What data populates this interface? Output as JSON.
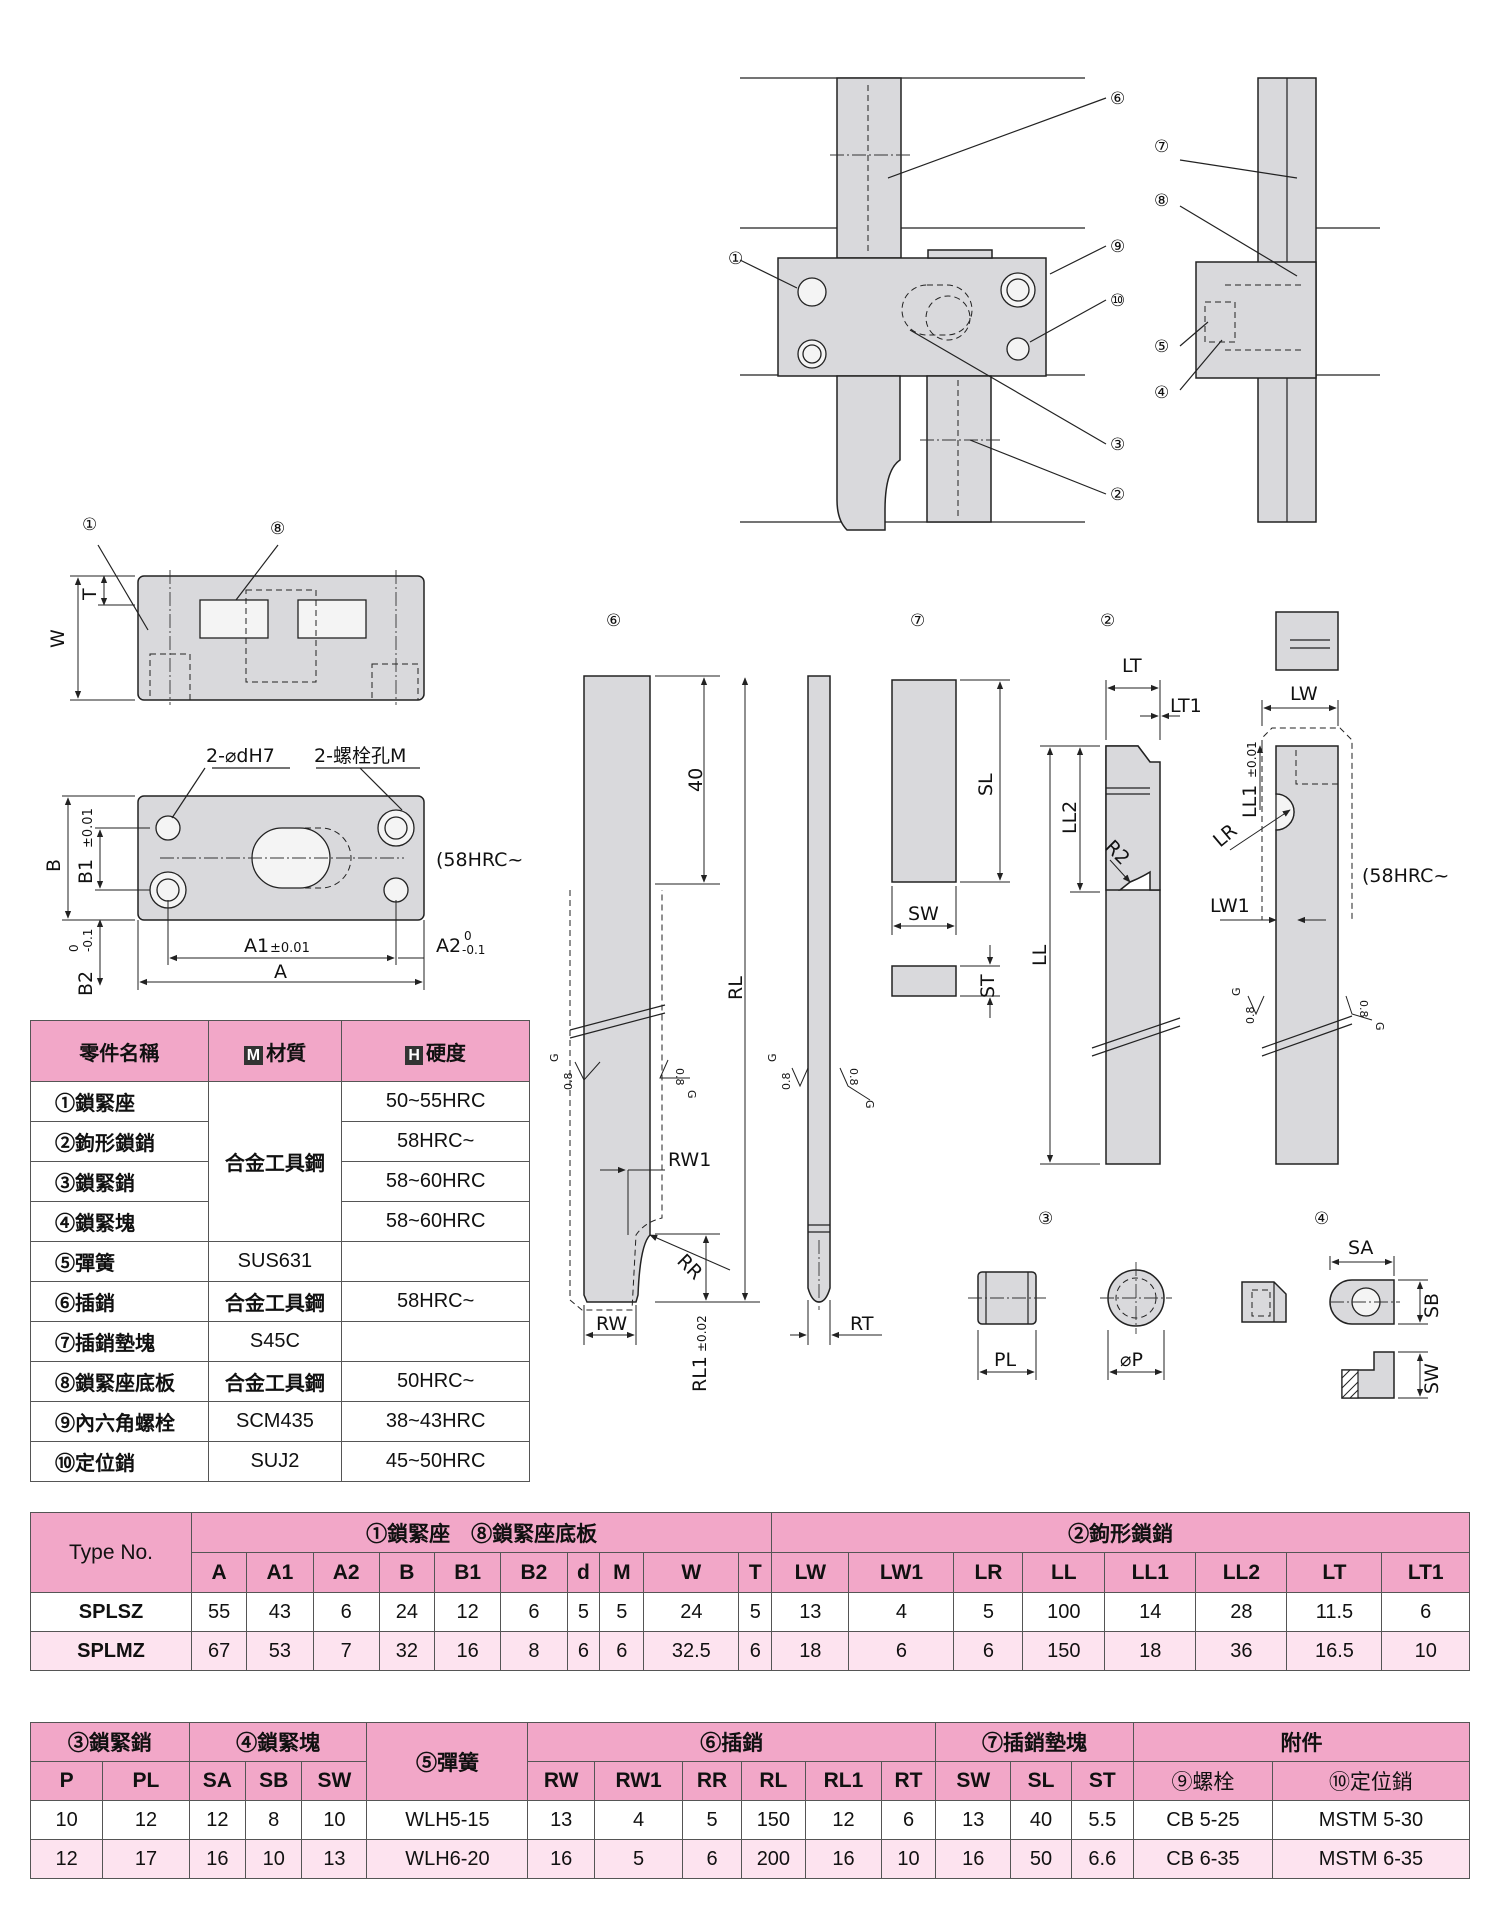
{
  "callouts": {
    "c1": "①",
    "c2": "②",
    "c3": "③",
    "c4": "④",
    "c5": "⑤",
    "c6": "⑥",
    "c7": "⑦",
    "c8": "⑧",
    "c9": "⑨",
    "c10": "⑩"
  },
  "dims": {
    "W": "W",
    "T": "T",
    "B": "B",
    "B1": "B1",
    "B1tol": "±0.01",
    "B2": "B2",
    "B2tol_up": "0",
    "B2tol_dn": "-0.1",
    "A": "A",
    "A1": "A1",
    "A1tol": "±0.01",
    "A2": "A2",
    "A2tol_up": "0",
    "A2tol_dn": "-0.1",
    "hole_d": "2-⌀dH7",
    "hole_m": "2-螺栓孔M",
    "hrc": "(58HRC~",
    "forty": "40",
    "RL": "RL",
    "RW": "RW",
    "RW1": "RW1",
    "RR": "RR",
    "RT": "RT",
    "RL1": "RL1",
    "RL1tol": "±0.02",
    "SL": "SL",
    "SW": "SW",
    "ST": "ST",
    "LT": "LT",
    "LT1": "LT1",
    "LL": "LL",
    "LL2": "LL2",
    "R2": "R2",
    "LW": "LW",
    "LL1": "LL1",
    "LL1tol": "±0.01",
    "LR": "LR",
    "LW1": "LW1",
    "PL": "PL",
    "P": "⌀P",
    "SA": "SA",
    "SB": "SB",
    "SWb": "SW",
    "G": "G",
    "r08": "0.8"
  },
  "materials": {
    "headers": {
      "name": "零件名稱",
      "material_badge": "M",
      "material": "材質",
      "hardness_badge": "H",
      "hardness": "硬度"
    },
    "rows": [
      {
        "name": "①鎖緊座",
        "hardness": "50~55HRC"
      },
      {
        "name": "②鉤形鎖銷",
        "hardness": "58HRC~"
      },
      {
        "name": "③鎖緊銷",
        "hardness": "58~60HRC"
      },
      {
        "name": "④鎖緊塊",
        "hardness": "58~60HRC"
      }
    ],
    "merged_material": "合金工具鋼",
    "rows2": [
      {
        "name": "⑤彈簧",
        "material": "SUS631",
        "hardness": ""
      },
      {
        "name": "⑥插銷",
        "material": "合金工具鋼",
        "hardness": "58HRC~"
      },
      {
        "name": "⑦插銷墊塊",
        "material": "S45C",
        "hardness": ""
      },
      {
        "name": "⑧鎖緊座底板",
        "material": "合金工具鋼",
        "hardness": "50HRC~"
      },
      {
        "name": "⑨內六角螺栓",
        "material": "SCM435",
        "hardness": "38~43HRC"
      },
      {
        "name": "⑩定位銷",
        "material": "SUJ2",
        "hardness": "45~50HRC"
      }
    ]
  },
  "table1": {
    "type_label": "Type No.",
    "group1": "①鎖緊座　⑧鎖緊座底板",
    "group2": "②鉤形鎖銷",
    "cols": [
      "A",
      "A1",
      "A2",
      "B",
      "B1",
      "B2",
      "d",
      "M",
      "W",
      "T",
      "LW",
      "LW1",
      "LR",
      "LL",
      "LL1",
      "LL2",
      "LT",
      "LT1"
    ],
    "rows": [
      {
        "type": "SPLSZ",
        "values": [
          "55",
          "43",
          "6",
          "24",
          "12",
          "6",
          "5",
          "5",
          "24",
          "5",
          "13",
          "4",
          "5",
          "100",
          "14",
          "28",
          "11.5",
          "6"
        ]
      },
      {
        "type": "SPLMZ",
        "values": [
          "67",
          "53",
          "7",
          "32",
          "16",
          "8",
          "6",
          "6",
          "32.5",
          "6",
          "18",
          "6",
          "6",
          "150",
          "18",
          "36",
          "16.5",
          "10"
        ]
      }
    ]
  },
  "table2": {
    "groups": [
      "③鎖緊銷",
      "④鎖緊塊",
      "⑤彈簧",
      "⑥插銷",
      "⑦插銷墊塊",
      "附件"
    ],
    "cols": [
      "P",
      "PL",
      "SA",
      "SB",
      "SW",
      "RW",
      "RW1",
      "RR",
      "RL",
      "RL1",
      "RT",
      "SW",
      "SL",
      "ST",
      "⑨螺栓",
      "⑩定位銷"
    ],
    "rows": [
      [
        "10",
        "12",
        "12",
        "8",
        "10",
        "WLH5-15",
        "13",
        "4",
        "5",
        "150",
        "12",
        "6",
        "13",
        "40",
        "5.5",
        "CB 5-25",
        "MSTM 5-30"
      ],
      [
        "12",
        "17",
        "16",
        "10",
        "13",
        "WLH6-20",
        "16",
        "5",
        "6",
        "200",
        "16",
        "10",
        "16",
        "50",
        "6.6",
        "CB 6-35",
        "MSTM 6-35"
      ]
    ]
  }
}
